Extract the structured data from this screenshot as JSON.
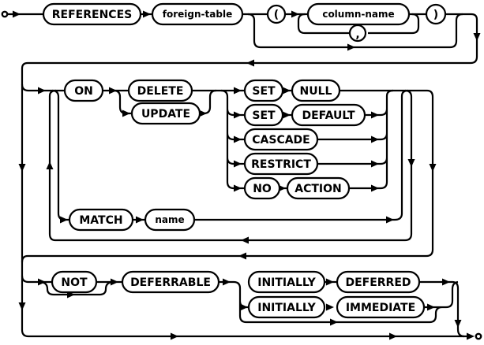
{
  "diagram": {
    "type": "railroad-syntax-diagram",
    "colors": {
      "line": "#000000",
      "background": "#ffffff",
      "node_fill": "#ffffff",
      "text": "#000000"
    },
    "nodes": {
      "references": "REFERENCES",
      "foreign_table": "foreign-table",
      "open_paren": "(",
      "column_name": "column-name",
      "comma": ",",
      "close_paren": ")",
      "on_kw": "ON",
      "delete_kw": "DELETE",
      "update_kw": "UPDATE",
      "set_a": "SET",
      "null_kw": "NULL",
      "set_b": "SET",
      "default_kw": "DEFAULT",
      "cascade_kw": "CASCADE",
      "restrict_kw": "RESTRICT",
      "no_kw": "NO",
      "action_kw": "ACTION",
      "match_kw": "MATCH",
      "name_nt": "name",
      "not_kw": "NOT",
      "deferrable_kw": "DEFERRABLE",
      "initially_a": "INITIALLY",
      "deferred_kw": "DEFERRED",
      "initially_b": "INITIALLY",
      "immediate_kw": "IMMEDIATE"
    }
  }
}
